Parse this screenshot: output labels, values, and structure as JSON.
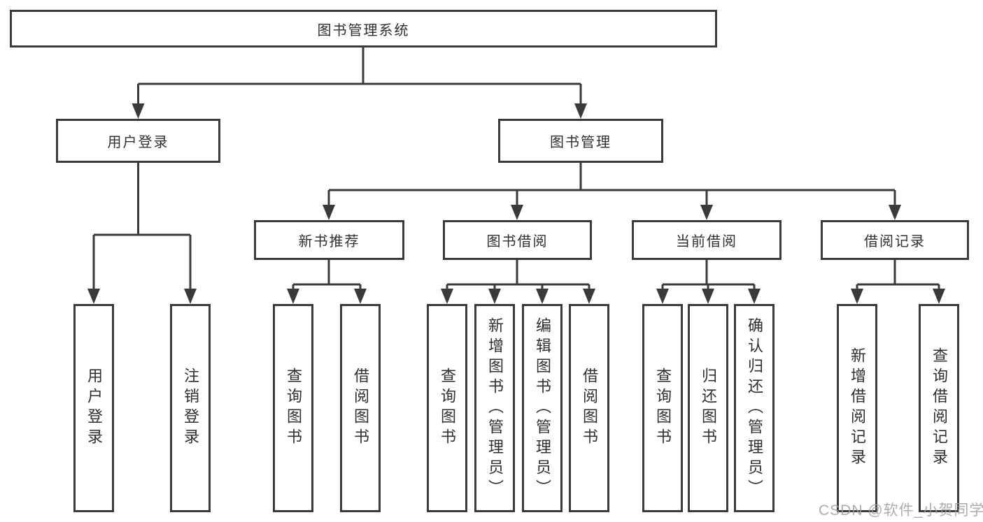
{
  "diagram": {
    "type": "hierarchy-tree",
    "root": {
      "label": "图书管理系统"
    },
    "level2": {
      "user_login": {
        "label": "用户登录",
        "parent": "图书管理系统"
      },
      "book_management": {
        "label": "图书管理",
        "parent": "图书管理系统"
      }
    },
    "level3": {
      "new_book_recommendation": {
        "label": "新书推荐",
        "parent": "图书管理"
      },
      "book_borrowing": {
        "label": "图书借阅",
        "parent": "图书管理"
      },
      "current_borrowing": {
        "label": "当前借阅",
        "parent": "图书管理"
      },
      "borrowing_records": {
        "label": "借阅记录",
        "parent": "图书管理"
      }
    },
    "leaves": [
      {
        "label": "用户登录",
        "parent": "用户登录"
      },
      {
        "label": "注销登录",
        "parent": "用户登录"
      },
      {
        "label": "查询图书",
        "parent": "新书推荐"
      },
      {
        "label": "借阅图书",
        "parent": "新书推荐"
      },
      {
        "label": "查询图书",
        "parent": "图书借阅"
      },
      {
        "label": "新增图书（管理员）",
        "parent": "图书借阅"
      },
      {
        "label": "编辑图书（管理员）",
        "parent": "图书借阅"
      },
      {
        "label": "借阅图书",
        "parent": "图书借阅"
      },
      {
        "label": "查询图书",
        "parent": "当前借阅"
      },
      {
        "label": "归还图书",
        "parent": "当前借阅"
      },
      {
        "label": "确认归还（管理员）",
        "parent": "当前借阅"
      },
      {
        "label": "新增借阅记录",
        "parent": "借阅记录"
      },
      {
        "label": "查询借阅记录",
        "parent": "借阅记录"
      }
    ]
  },
  "watermark": {
    "text": "CSDN @软件_小贺同学"
  },
  "colors": {
    "line": "#3a3a3a",
    "box_border": "#3a3a3a",
    "text": "#2f2f2f",
    "background": "#ffffff",
    "watermark": "#9e9e9e"
  }
}
